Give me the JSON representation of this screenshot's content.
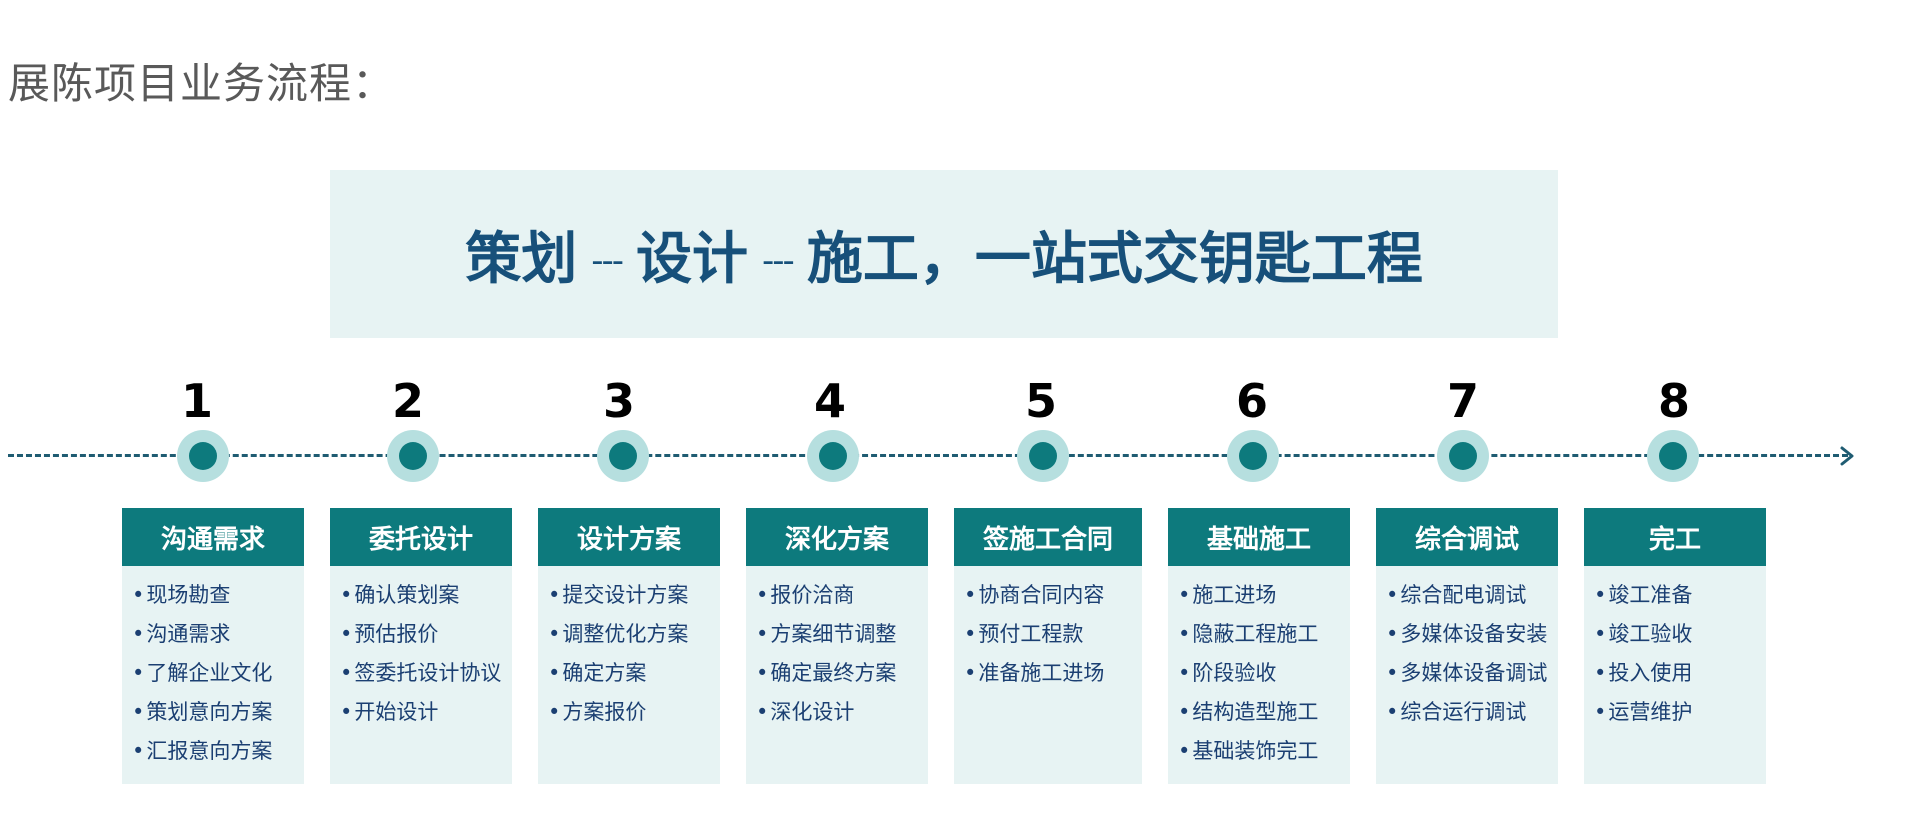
{
  "page_title": "展陈项目业务流程：",
  "banner": {
    "part1": "策划",
    "sep1": "---",
    "part2": "设计",
    "sep2": "---",
    "part3": "施工，一站式交钥匙工程"
  },
  "colors": {
    "banner_bg": "#e7f3f3",
    "banner_text": "#17507a",
    "header_bg": "#0d7a7d",
    "node_ring": "#b6dfdf",
    "node_core": "#0d7a7d",
    "timeline": "#1f5c72",
    "item_text": "#1b3f72"
  },
  "steps": [
    {
      "number": "1",
      "title": "沟通需求",
      "items": [
        "现场勘查",
        "沟通需求",
        "了解企业文化",
        "策划意向方案",
        "汇报意向方案"
      ]
    },
    {
      "number": "2",
      "title": "委托设计",
      "items": [
        "确认策划案",
        "预估报价",
        "签委托设计协议",
        "开始设计"
      ]
    },
    {
      "number": "3",
      "title": "设计方案",
      "items": [
        "提交设计方案",
        "调整优化方案",
        "确定方案",
        "方案报价"
      ]
    },
    {
      "number": "4",
      "title": "深化方案",
      "items": [
        "报价洽商",
        "方案细节调整",
        "确定最终方案",
        "深化设计"
      ]
    },
    {
      "number": "5",
      "title": "签施工合同",
      "items": [
        "协商合同内容",
        "预付工程款",
        "准备施工进场"
      ]
    },
    {
      "number": "6",
      "title": "基础施工",
      "items": [
        "施工进场",
        "隐蔽工程施工",
        "阶段验收",
        "结构造型施工",
        "基础装饰完工"
      ]
    },
    {
      "number": "7",
      "title": "综合调试",
      "items": [
        "综合配电调试",
        "多媒体设备安装",
        "多媒体设备调试",
        "综合运行调试"
      ]
    },
    {
      "number": "8",
      "title": "完工",
      "items": [
        "竣工准备",
        "竣工验收",
        "投入使用",
        "运营维护"
      ]
    }
  ]
}
